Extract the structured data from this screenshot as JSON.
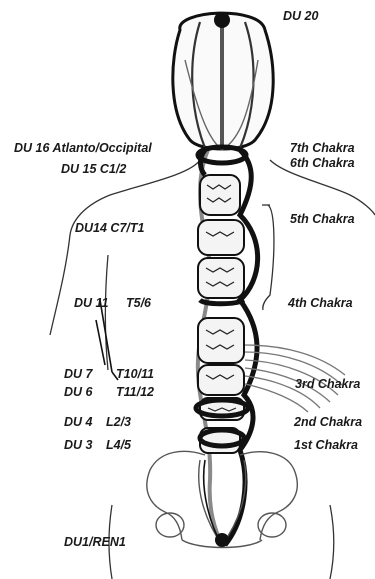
{
  "labels": {
    "du20": "DU 20",
    "du16": "DU 16 Atlanto/Occipital",
    "du15": "DU 15 C1/2",
    "du14": "DU14 C7/T1",
    "du11": "DU 11",
    "du11_level": "T5/6",
    "du7": "DU 7",
    "du7_level": "T10/11",
    "du6": "DU 6",
    "du6_level": "T11/12",
    "du4": "DU 4",
    "du4_level": "L2/3",
    "du3": "DU 3",
    "du3_level": "L4/5",
    "du1": "DU1/REN1"
  },
  "chakras": {
    "c7": "7th Chakra",
    "c6": "6th Chakra",
    "c5": "5th Chakra",
    "c4": "4th Chakra",
    "c3": "3rd Chakra",
    "c2": "2nd Chakra",
    "c1": "1st Chakra"
  },
  "colors": {
    "ink": "#1a1a1a",
    "channel": "#111111",
    "grey_channel": "#8a8a8a",
    "bone": "#f4f4f4"
  }
}
